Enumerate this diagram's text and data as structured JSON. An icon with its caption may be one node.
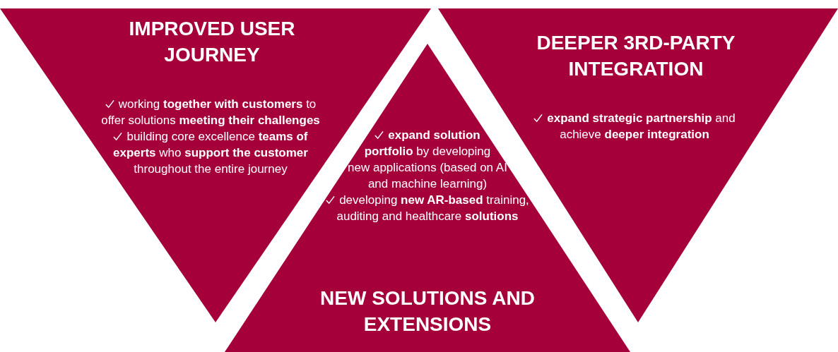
{
  "diagram": {
    "nodes": [
      {
        "text": [
          "IMPROVED USER JOURNEY",
          "working **together with customers** to offer solutions **meeting their challenges**",
          "building core excellence **teams of experts** who **support the customer** throughout the entire journey"
        ]
      },
      {
        "text": [
          "**expand solution portfolio** by developing new applications (based on AI and machine learning)",
          "developing **new AR-based** training, auditing and healthcare **solutions**",
          "NEW SOLUTIONS AND EXTENSIONS"
        ]
      },
      {
        "text": [
          "DEEPER 3RD-PARTY INTEGRATION",
          "**expand strategic partnership** and achieve **deeper integration**"
        ]
      }
    ]
  }
}
